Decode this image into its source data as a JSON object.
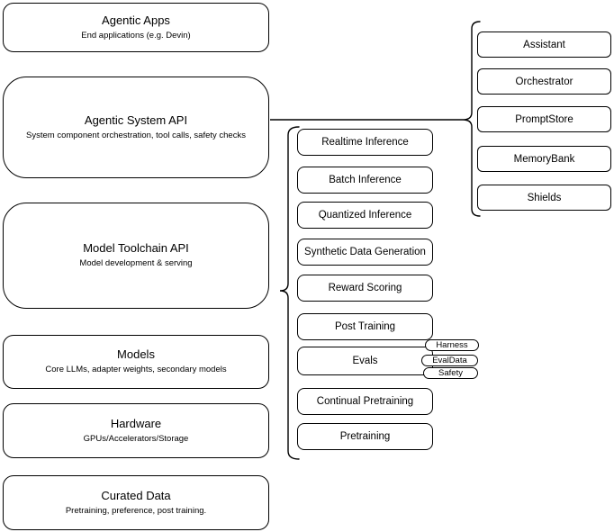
{
  "left_stack": [
    {
      "title": "Agentic Apps",
      "subtitle": "End applications (e.g. Devin)"
    },
    {
      "title": "Agentic System API",
      "subtitle": "System component orchestration, tool calls, safety checks"
    },
    {
      "title": "Model Toolchain API",
      "subtitle": "Model development & serving"
    },
    {
      "title": "Models",
      "subtitle": "Core LLMs, adapter weights, secondary models"
    },
    {
      "title": "Hardware",
      "subtitle": "GPUs/Accelerators/Storage"
    },
    {
      "title": "Curated Data",
      "subtitle": "Pretraining, preference, post training."
    }
  ],
  "toolchain_items": [
    {
      "label": "Realtime Inference"
    },
    {
      "label": "Batch Inference"
    },
    {
      "label": "Quantized Inference"
    },
    {
      "label": "Synthetic Data Generation"
    },
    {
      "label": "Reward Scoring"
    },
    {
      "label": "Post Training"
    },
    {
      "label": "Evals"
    },
    {
      "label": "Continual Pretraining"
    },
    {
      "label": "Pretraining"
    }
  ],
  "evals_tags": [
    {
      "label": "Harness"
    },
    {
      "label": "EvalData"
    },
    {
      "label": "Safety"
    }
  ],
  "system_components": [
    {
      "label": "Assistant"
    },
    {
      "label": "Orchestrator"
    },
    {
      "label": "PromptStore"
    },
    {
      "label": "MemoryBank"
    },
    {
      "label": "Shields"
    }
  ],
  "colors": {
    "stroke": "#000000",
    "fill": "#ffffff",
    "text": "#000000"
  }
}
